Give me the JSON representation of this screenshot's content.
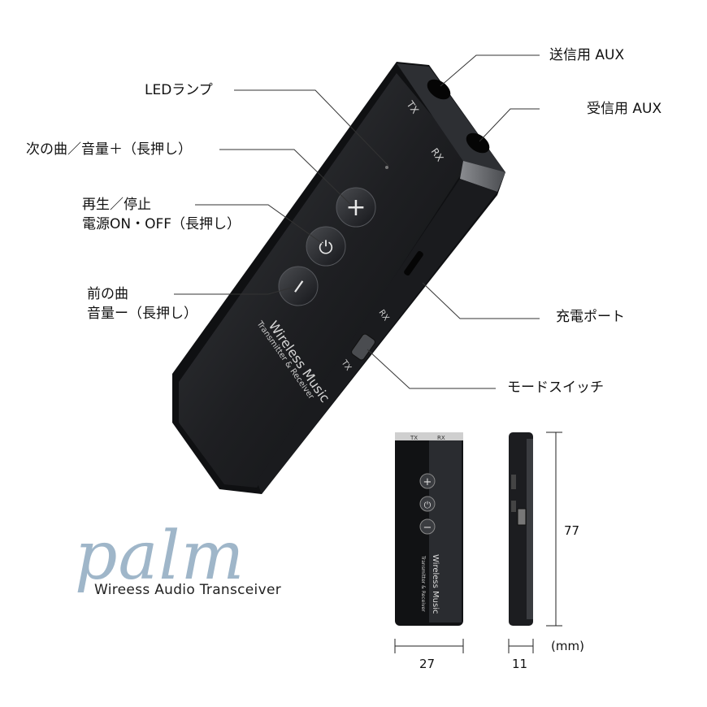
{
  "callouts": {
    "led": "LEDランプ",
    "next": "次の曲／音量＋（長押し）",
    "play_line1": "再生／停止",
    "play_line2": "電源ON・OFF（長押し）",
    "prev_line1": "前の曲",
    "prev_line2": "音量ー（長押し）",
    "tx_aux": "送信用 AUX",
    "rx_aux": "受信用 AUX",
    "charge": "充電ポート",
    "mode": "モードスイッチ"
  },
  "device": {
    "tx": "TX",
    "rx": "RX",
    "brand_line1": "Wireless Music",
    "brand_line2": "Transmitter & Receiver"
  },
  "logo": {
    "word": "palm",
    "tagline": "Wireess Audio Transceiver"
  },
  "dimensions": {
    "height": "77",
    "width": "27",
    "depth": "11",
    "unit": "(mm)"
  },
  "colors": {
    "device_body": "#1c1d20",
    "logo_blue": "#9fb6c9"
  }
}
